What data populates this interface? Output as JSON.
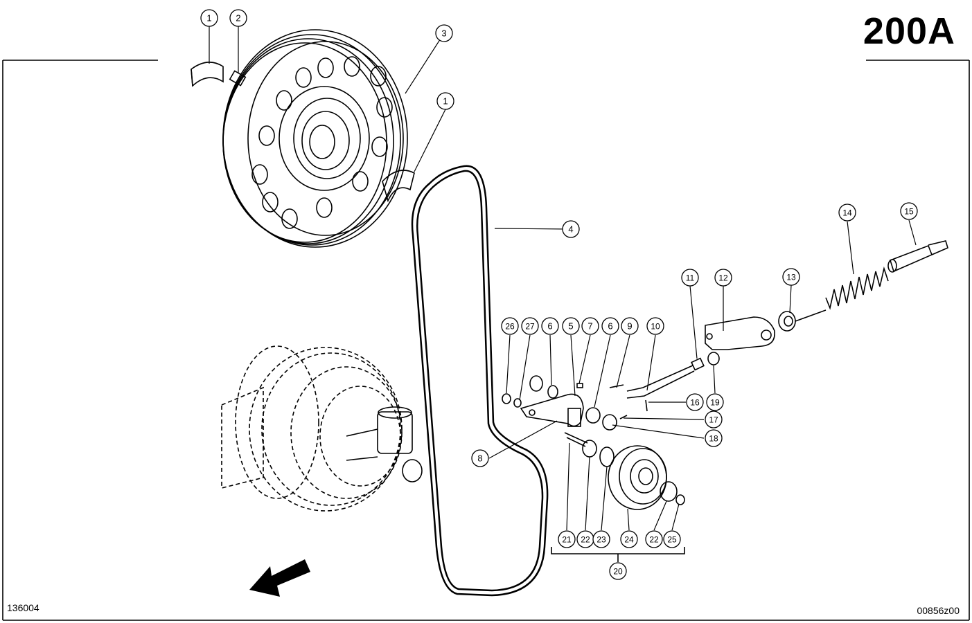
{
  "title": "200A",
  "code_left": "136004",
  "code_right": "00856z00",
  "callouts": [
    {
      "id": "c1a",
      "label": "1"
    },
    {
      "id": "c2",
      "label": "2"
    },
    {
      "id": "c3",
      "label": "3"
    },
    {
      "id": "c1b",
      "label": "1"
    },
    {
      "id": "c4",
      "label": "4"
    },
    {
      "id": "c14",
      "label": "14"
    },
    {
      "id": "c15",
      "label": "15"
    },
    {
      "id": "c11",
      "label": "11"
    },
    {
      "id": "c12",
      "label": "12"
    },
    {
      "id": "c13",
      "label": "13"
    },
    {
      "id": "c26",
      "label": "26"
    },
    {
      "id": "c27",
      "label": "27"
    },
    {
      "id": "c6a",
      "label": "6"
    },
    {
      "id": "c5",
      "label": "5"
    },
    {
      "id": "c7",
      "label": "7"
    },
    {
      "id": "c6b",
      "label": "6"
    },
    {
      "id": "c9",
      "label": "9"
    },
    {
      "id": "c10",
      "label": "10"
    },
    {
      "id": "c16",
      "label": "16"
    },
    {
      "id": "c19",
      "label": "19"
    },
    {
      "id": "c17",
      "label": "17"
    },
    {
      "id": "c18",
      "label": "18"
    },
    {
      "id": "c8",
      "label": "8"
    },
    {
      "id": "c21",
      "label": "21"
    },
    {
      "id": "c22a",
      "label": "22"
    },
    {
      "id": "c23",
      "label": "23"
    },
    {
      "id": "c24",
      "label": "24"
    },
    {
      "id": "c22b",
      "label": "22"
    },
    {
      "id": "c25",
      "label": "25"
    },
    {
      "id": "c20",
      "label": "20"
    }
  ]
}
